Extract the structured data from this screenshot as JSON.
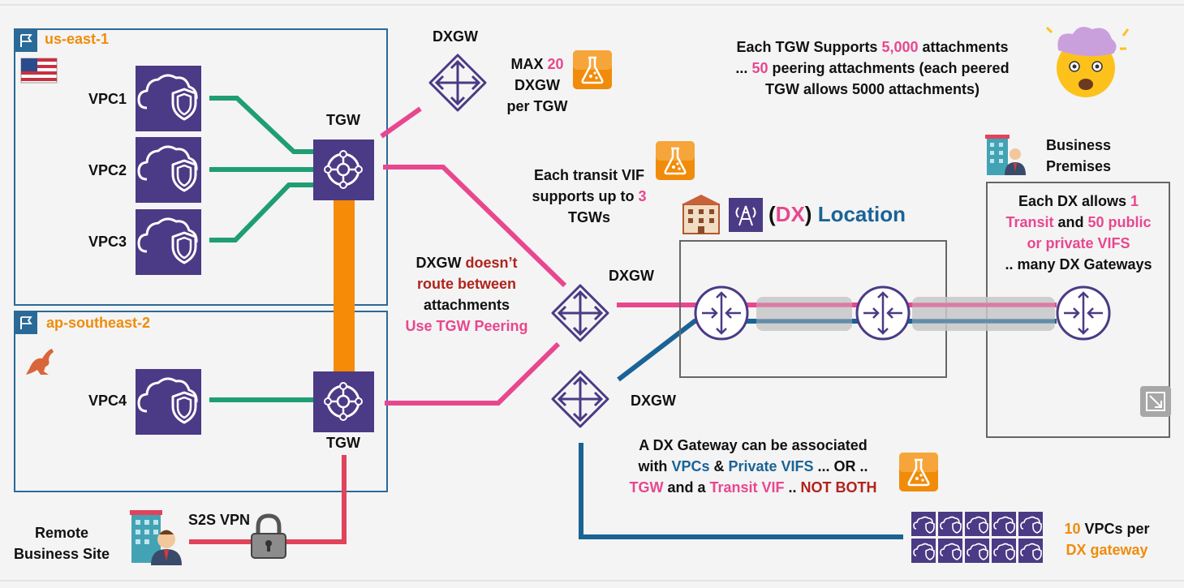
{
  "regions": {
    "us_east": "us-east-1",
    "ap_southeast": "ap-southeast-2"
  },
  "vpcs": {
    "vpc1": "VPC1",
    "vpc2": "VPC2",
    "vpc3": "VPC3",
    "vpc4": "VPC4"
  },
  "tgw": {
    "top": "TGW",
    "bottom": "TGW"
  },
  "dxgw": {
    "top": "DXGW",
    "middle": "DXGW",
    "lower": "DXGW"
  },
  "notes": {
    "max_dxgw": [
      "MAX ",
      "20",
      "DXGW",
      "per TGW"
    ],
    "tgw_supports": [
      "Each TGW Supports ",
      "5,000",
      " attachments",
      "... ",
      "50",
      " peering attachments (each peered",
      "TGW allows 5000 attachments)"
    ],
    "transit_vif": [
      "Each transit VIF",
      "supports up to ",
      "3",
      "TGWs"
    ],
    "dxgw_routing": [
      "DXGW ",
      "doesn’t",
      "route between",
      "attachments",
      "Use TGW Peering"
    ],
    "dx_location": [
      "(",
      "DX",
      ") ",
      "Location"
    ],
    "business_premises": [
      "Business",
      "Premises"
    ],
    "dx_allows": [
      "Each DX allows ",
      "1",
      "Transit",
      " and ",
      "50 public",
      "or private VIFS",
      ".. many DX Gateways"
    ],
    "dx_gateway_assoc": [
      "A DX Gateway  can be associated",
      "with ",
      "VPCs",
      " & ",
      "Private VIFS",
      " ... OR ..",
      "TGW",
      " and a ",
      "Transit VIF",
      " .. ",
      "NOT BOTH"
    ],
    "vpcs_per_dxgw": [
      "10",
      " VPCs per",
      "DX gateway"
    ],
    "s2s_vpn": "S2S VPN",
    "remote_site": [
      "Remote",
      "Business Site"
    ]
  },
  "colors": {
    "vpc_link": "#1f9e73",
    "tgw_peering": "#f58b07",
    "pink_link": "#e8478f",
    "blue_link": "#1a6396",
    "vpn_link": "#e0435a",
    "aws_purple": "#4b3a85",
    "region_border": "#2a6a98"
  }
}
